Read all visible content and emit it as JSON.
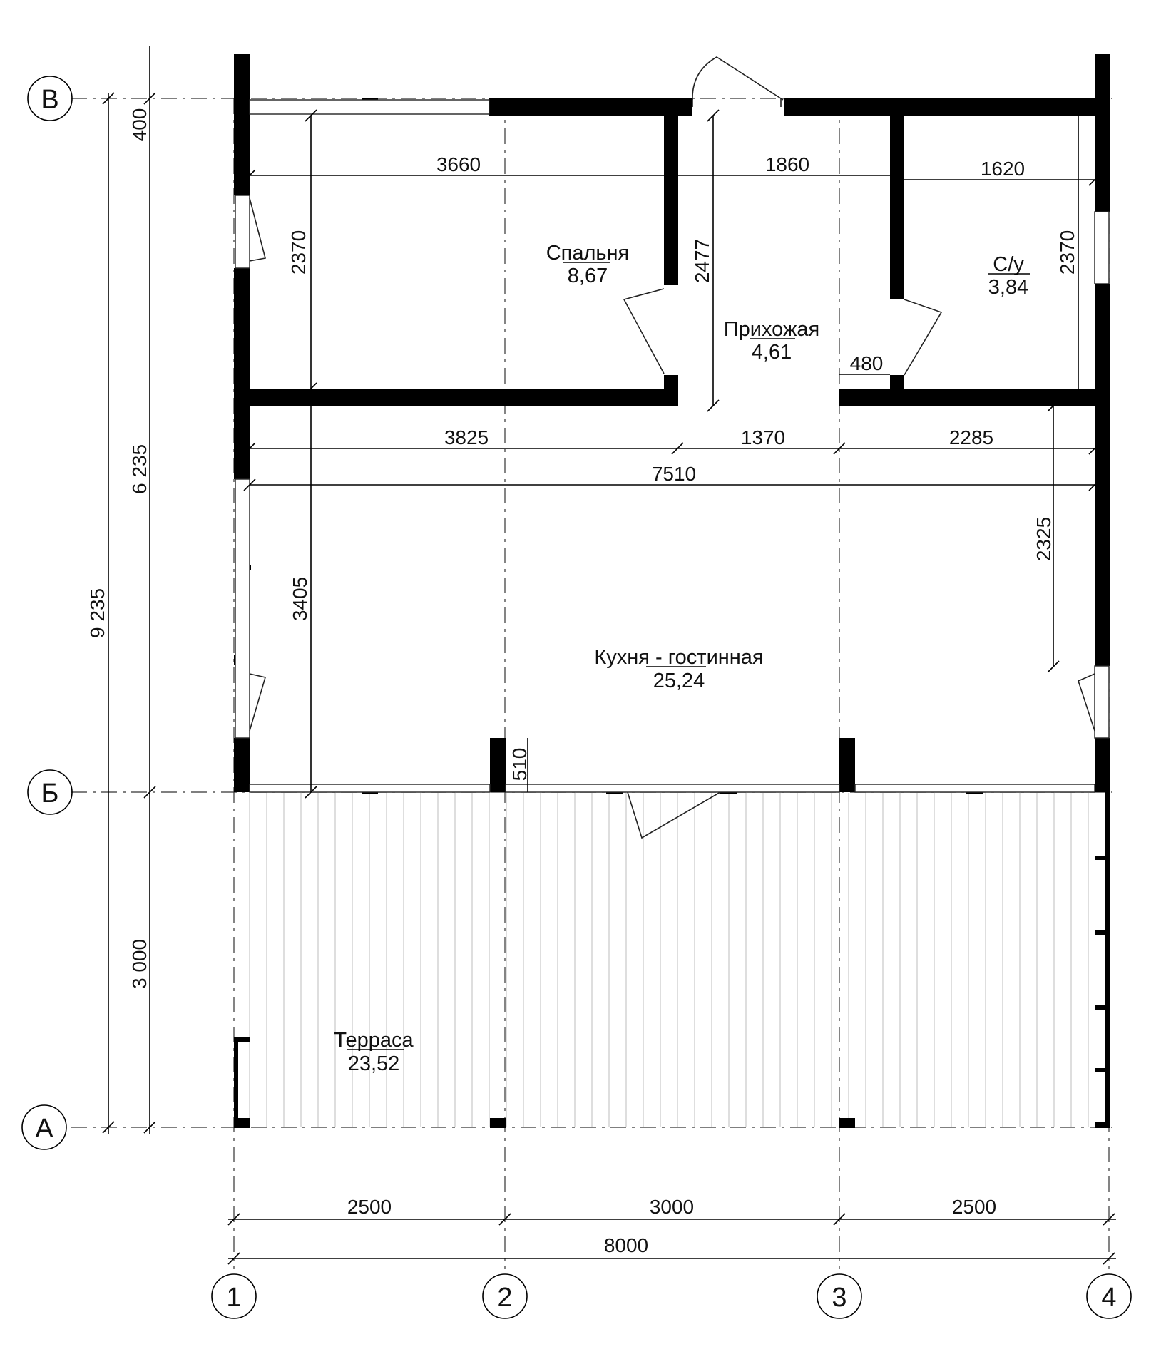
{
  "axes": {
    "rows": [
      "В",
      "Б",
      "А"
    ],
    "cols": [
      "1",
      "2",
      "3",
      "4"
    ]
  },
  "rooms": {
    "bedroom": {
      "name": "Спальня",
      "area": "8,67"
    },
    "hall": {
      "name": "Прихожая",
      "area": "4,61"
    },
    "bath": {
      "name": "С/у",
      "area": "3,84"
    },
    "kitchen": {
      "name": "Кухня - гостинная",
      "area": "25,24"
    },
    "terrace": {
      "name": "Терраса",
      "area": "23,52"
    }
  },
  "dimensions": {
    "top_3660": "3660",
    "top_1860": "1860",
    "top_1620": "1620",
    "bed_2370": "2370",
    "hall_2477": "2477",
    "bath_2370": "2370",
    "door_480": "480",
    "mid_3825": "3825",
    "mid_1370": "1370",
    "mid_2285": "2285",
    "mid_7510": "7510",
    "kit_3405": "3405",
    "kit_2325": "2325",
    "kit_510": "510",
    "left_400": "400",
    "left_6235": "6 235",
    "left_9235": "9 235",
    "left_3000": "3 000",
    "bot_2500a": "2500",
    "bot_3000": "3000",
    "bot_2500b": "2500",
    "bot_8000": "8000"
  }
}
